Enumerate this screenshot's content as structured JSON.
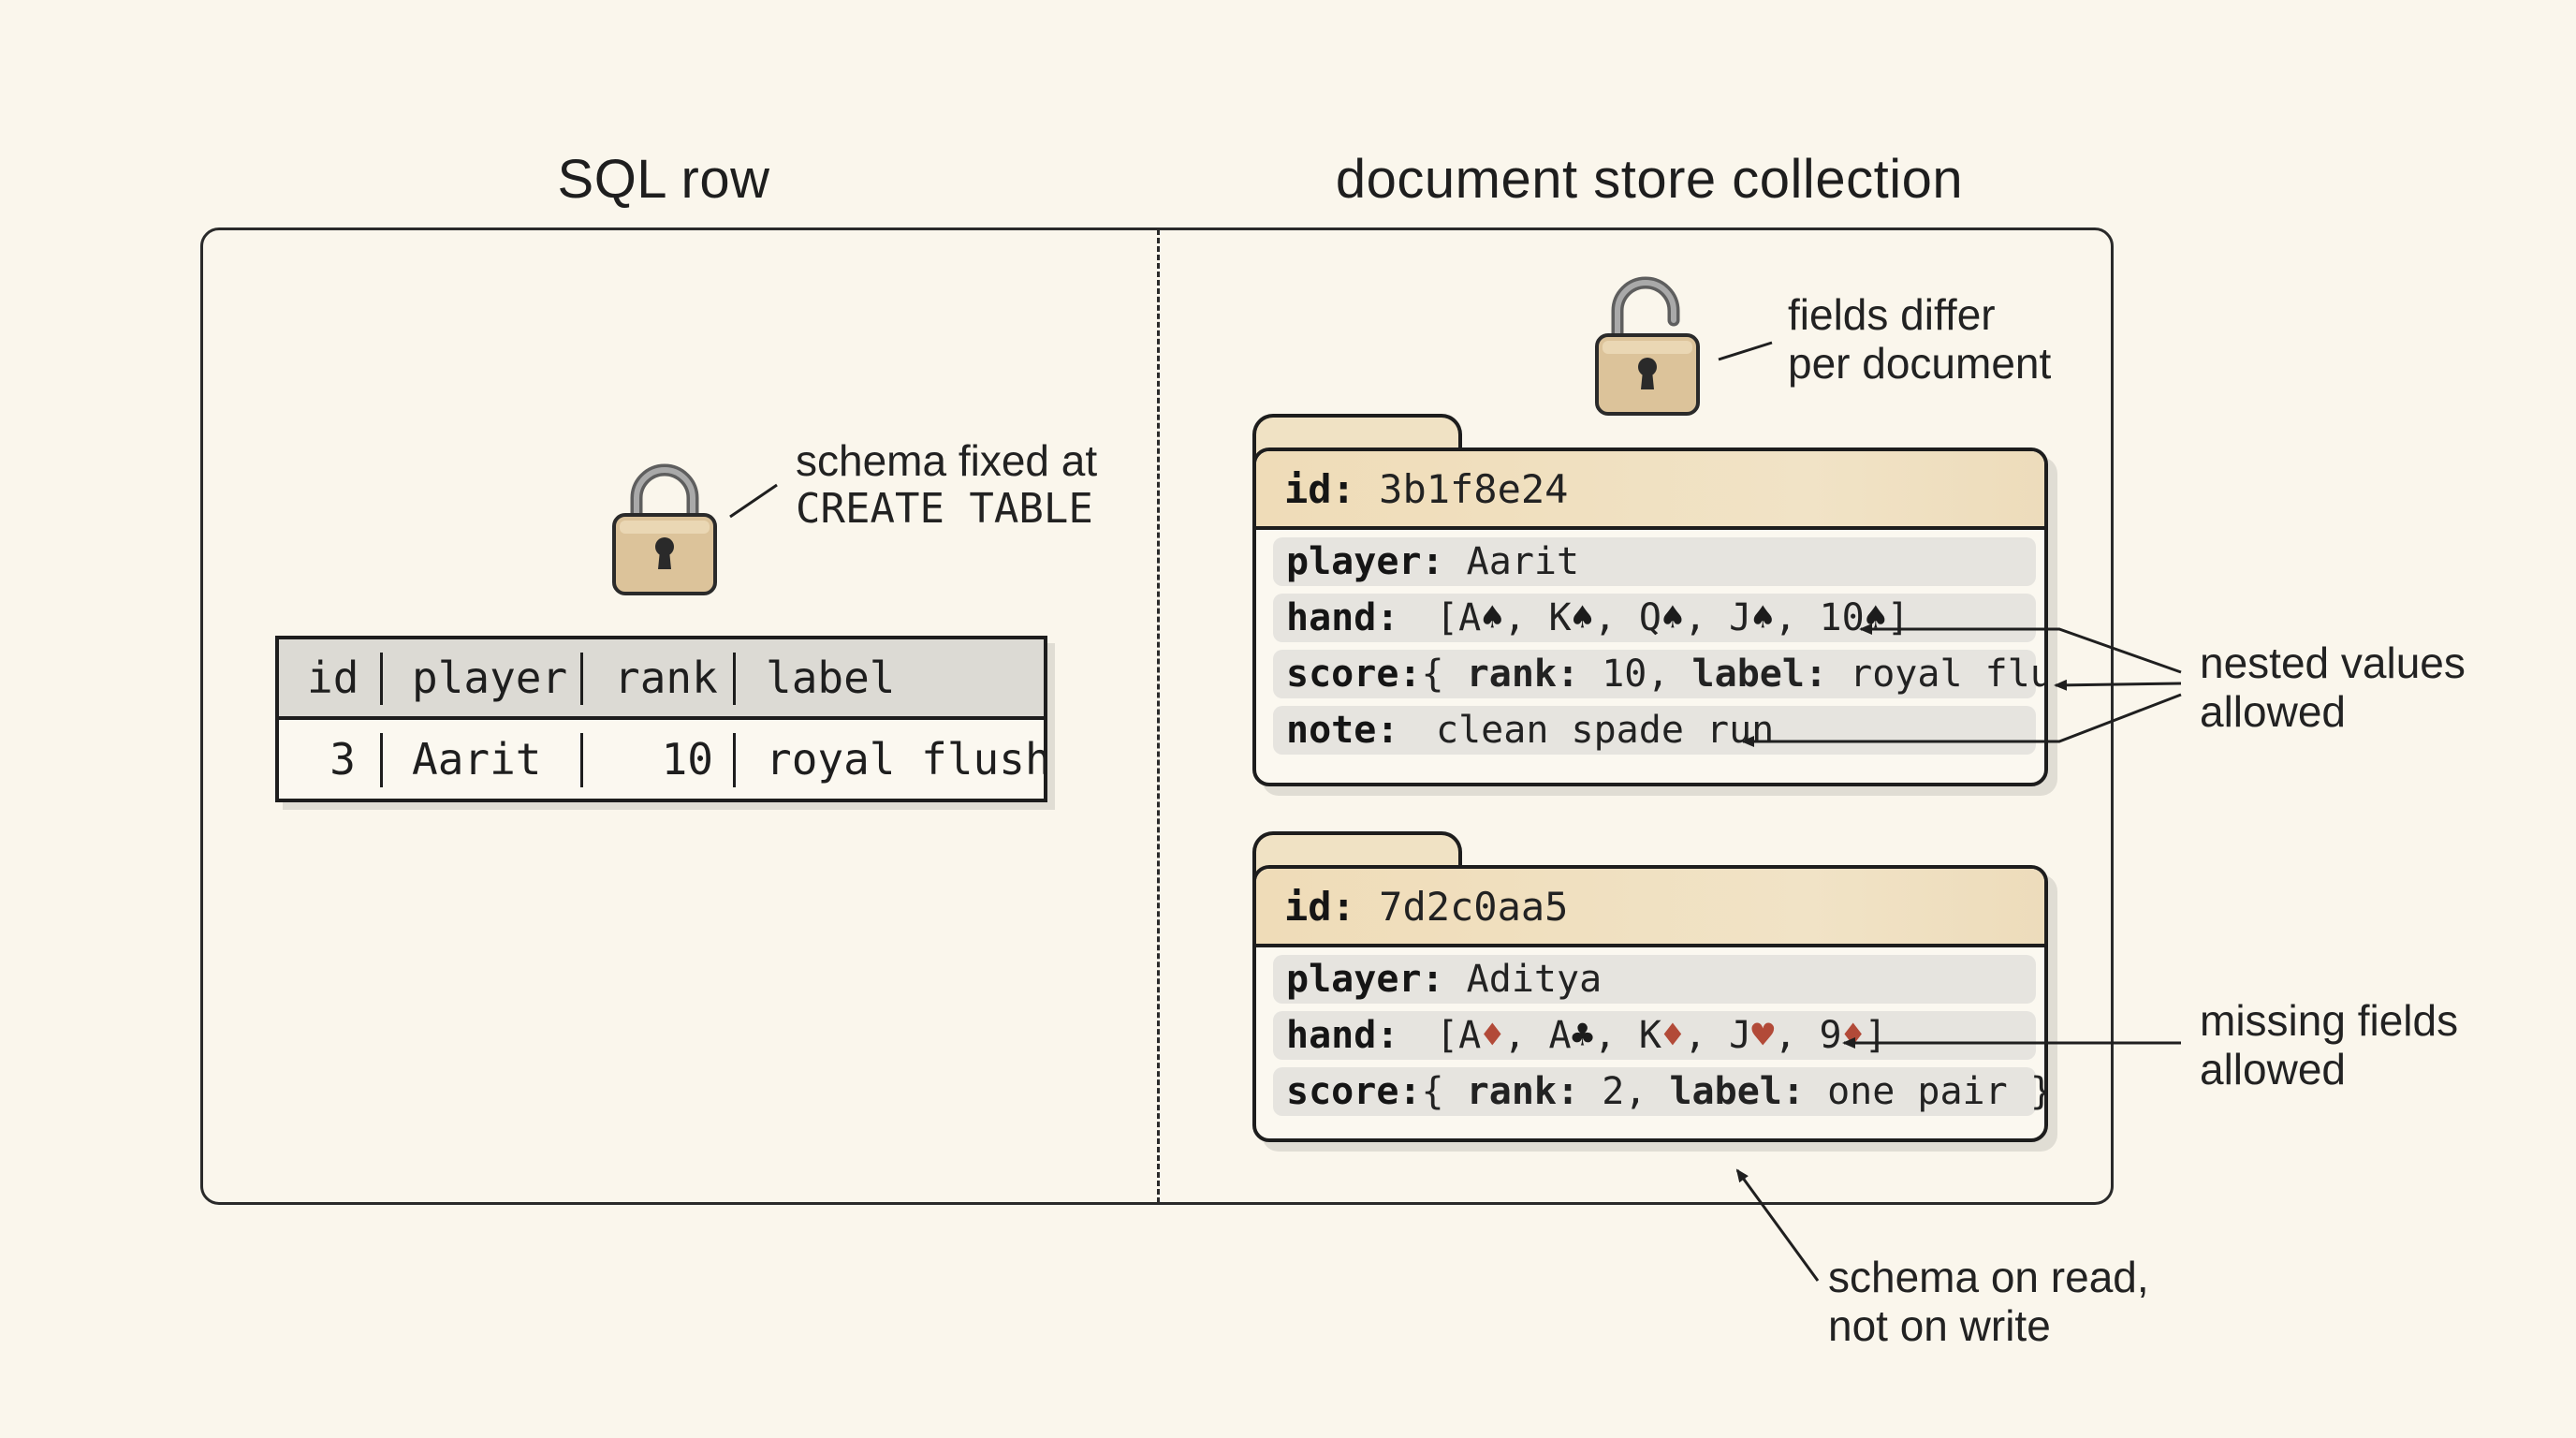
{
  "headings": {
    "sql": "SQL row",
    "doc": "document store collection"
  },
  "sql": {
    "note_line1": "schema fixed at",
    "note_line2": "CREATE TABLE",
    "columns": [
      "id",
      "player",
      "rank",
      "label"
    ],
    "row": [
      "3",
      "Aarit",
      "10",
      "royal flush"
    ]
  },
  "doc_note": {
    "line1": "fields differ",
    "line2": "per document"
  },
  "documents": [
    {
      "id_key": "id:",
      "id_val": "3b1f8e24",
      "player_key": "player:",
      "player_val": "Aarit",
      "hand_key": "hand:",
      "hand_open": "[",
      "hand_close": "]",
      "hand_cards": [
        {
          "rank": "A",
          "suit": "♠",
          "color": "black"
        },
        {
          "rank": "K",
          "suit": "♠",
          "color": "black"
        },
        {
          "rank": "Q",
          "suit": "♠",
          "color": "black"
        },
        {
          "rank": "J",
          "suit": "♠",
          "color": "black"
        },
        {
          "rank": "10",
          "suit": "♠",
          "color": "black"
        }
      ],
      "score_key": "score:",
      "score_open": "{",
      "rank_key": "rank:",
      "rank_val": "10,",
      "label_key": "label:",
      "label_val": "royal flush",
      "score_close": "}",
      "note_key": "note:",
      "note_val": "clean spade run"
    },
    {
      "id_key": "id:",
      "id_val": "7d2c0aa5",
      "player_key": "player:",
      "player_val": "Aditya",
      "hand_key": "hand:",
      "hand_open": "[",
      "hand_close": "]",
      "hand_cards": [
        {
          "rank": "A",
          "suit": "♦",
          "color": "red"
        },
        {
          "rank": "A",
          "suit": "♣",
          "color": "black"
        },
        {
          "rank": "K",
          "suit": "♦",
          "color": "red"
        },
        {
          "rank": "J",
          "suit": "♥",
          "color": "red"
        },
        {
          "rank": "9",
          "suit": "♦",
          "color": "red"
        }
      ],
      "score_key": "score:",
      "score_open": "{",
      "rank_key": "rank:",
      "rank_val": "2,",
      "label_key": "label:",
      "label_val": "one pair",
      "score_close": "}"
    }
  ],
  "annotations": {
    "nested_line1": "nested values",
    "nested_line2": "allowed",
    "missing_line1": "missing fields",
    "missing_line2": "allowed",
    "read_line1": "schema on read,",
    "read_line2": "not on write"
  },
  "colors": {
    "background": "#faf6ec",
    "lock_body": "#dcc39a",
    "id_bar": "#efdcb8",
    "red_suit": "#b24a38"
  }
}
